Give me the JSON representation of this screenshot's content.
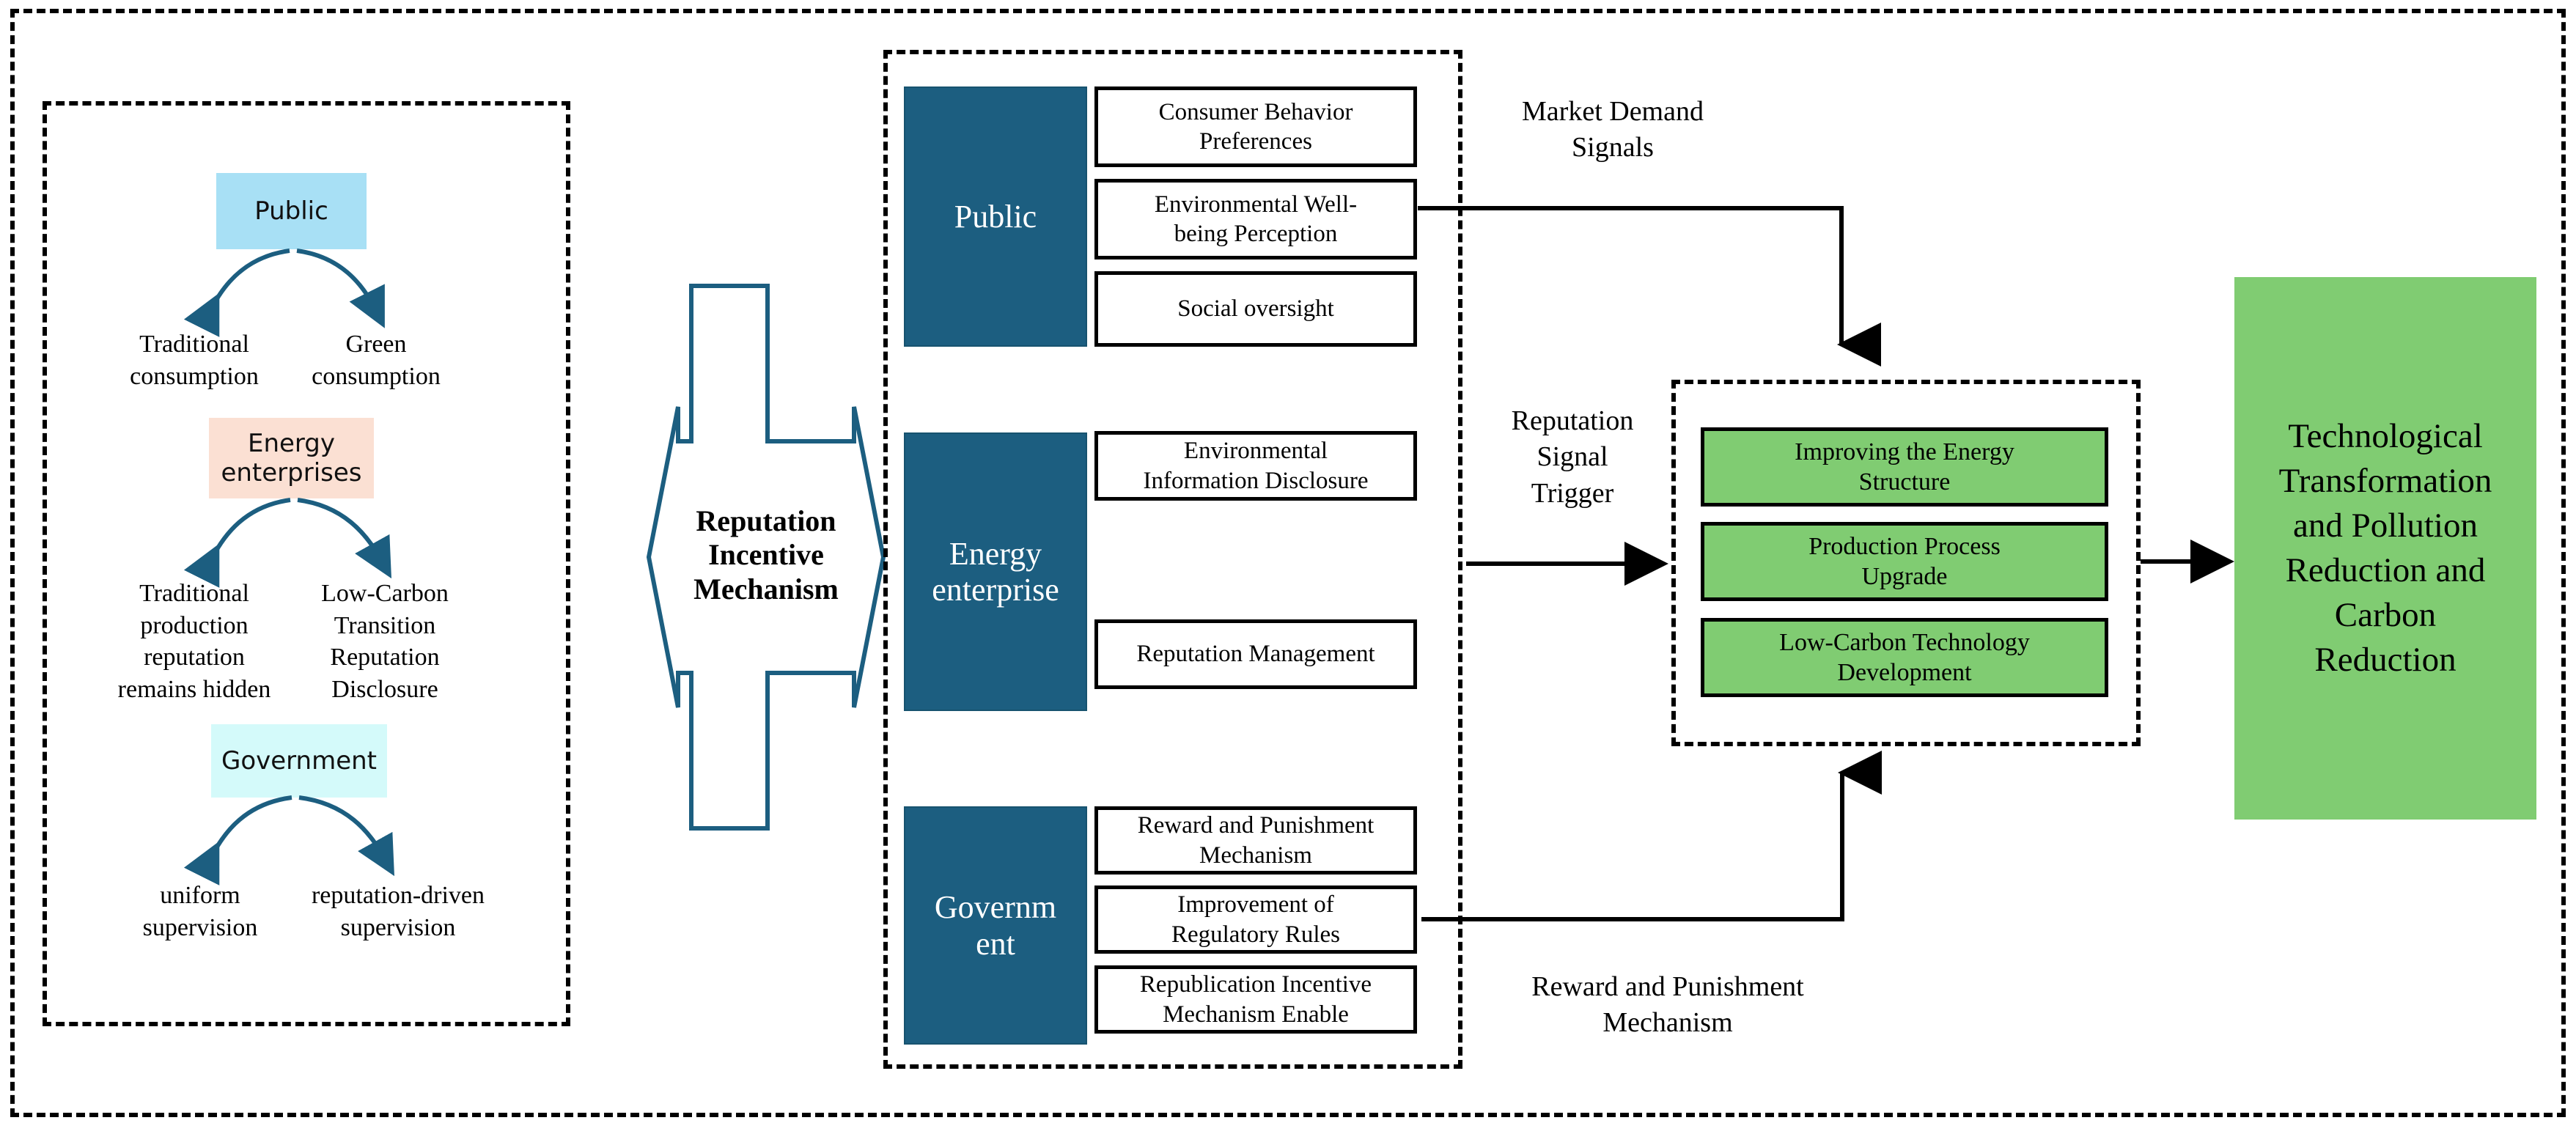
{
  "diagram": {
    "title": "Reputation Incentive Mechanism framework",
    "colors": {
      "public_chip": "#A8E0F5",
      "energy_chip": "#FBE0D3",
      "government_chip": "#D4FAFA",
      "role_box": "#1C5E80",
      "role_text": "#FFFFFF",
      "green_action": "#80CC72",
      "outcome": "#80CC72",
      "arrow_curve": "#1C5E80",
      "connector": "#000000",
      "frame": "#000000"
    }
  },
  "left_panel": {
    "groups": [
      {
        "id": "public",
        "chip_label": "Public",
        "chip_color": "#A8E0F5",
        "left_leaf": "Traditional\nconsumption",
        "right_leaf": "Green\nconsumption"
      },
      {
        "id": "energy-enterprises",
        "chip_label": "Energy\nenterprises",
        "chip_color": "#FBE0D3",
        "left_leaf": "Traditional\nproduction\nreputation\nremains hidden",
        "right_leaf": "Low-Carbon\nTransition\nReputation\nDisclosure"
      },
      {
        "id": "government",
        "chip_label": "Government",
        "chip_color": "#D4FAFA",
        "left_leaf": "uniform\nsupervision",
        "right_leaf": "reputation-driven\nsupervision"
      }
    ]
  },
  "center": {
    "mechanism_label": "Reputation\nIncentive\nMechanism"
  },
  "middle_panel": {
    "rows": [
      {
        "id": "public",
        "role": "Public",
        "items": [
          "Consumer Behavior\nPreferences",
          "Environmental Well-\nbeing Perception",
          "Social oversight"
        ]
      },
      {
        "id": "energy-enterprise",
        "role": "Energy\nenterprise",
        "items": [
          "Environmental\nInformation Disclosure",
          "Reputation Management"
        ]
      },
      {
        "id": "government",
        "role": "Governm\nent",
        "items": [
          "Reward and Punishment\nMechanism",
          "Improvement of\nRegulatory Rules",
          "Republication Incentive\nMechanism Enable"
        ]
      }
    ]
  },
  "connectors": [
    {
      "id": "market-demand-signals",
      "label": "Market Demand\nSignals"
    },
    {
      "id": "reputation-signal-trigger",
      "label": "Reputation\nSignal\nTrigger"
    },
    {
      "id": "reward-and-punishment-mechanism",
      "label": "Reward and Punishment\nMechanism"
    }
  ],
  "actions_panel": {
    "items": [
      "Improving the Energy\nStructure",
      "Production Process\nUpgrade",
      "Low-Carbon Technology\nDevelopment"
    ]
  },
  "outcome": {
    "label": "Technological\nTransformation\nand Pollution\nReduction and\nCarbon\nReduction"
  }
}
